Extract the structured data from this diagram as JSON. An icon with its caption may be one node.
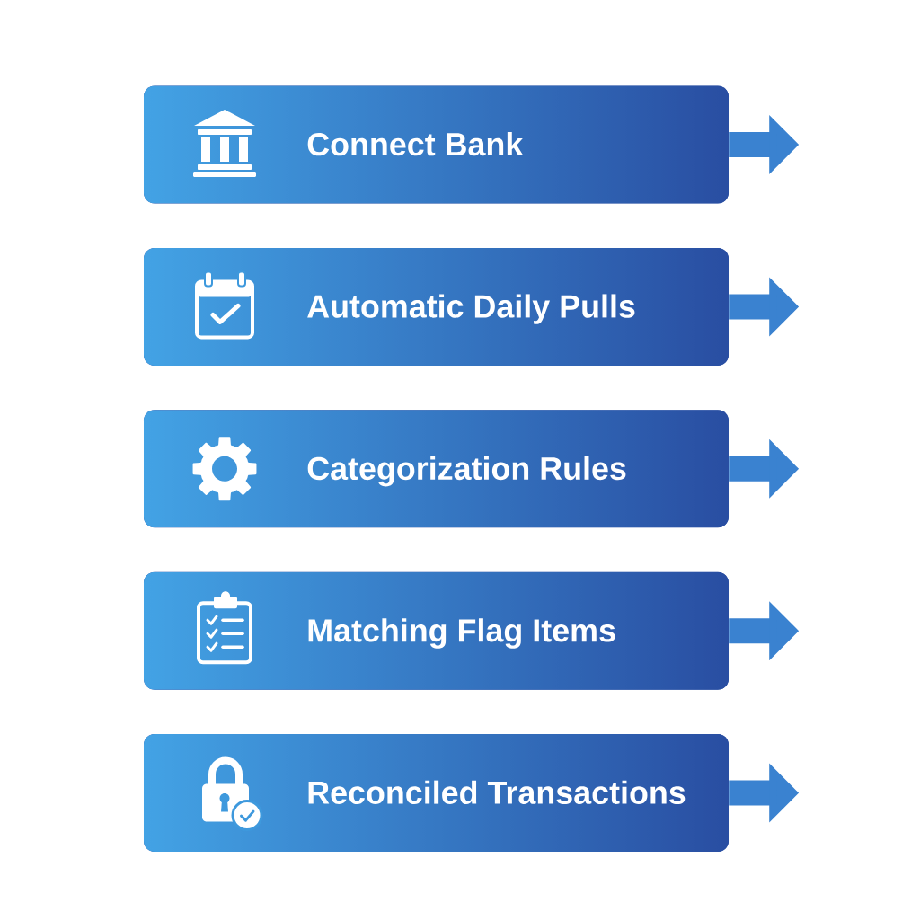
{
  "diagram": {
    "nodes": [
      {
        "text": [
          "Connect Bank"
        ]
      },
      {
        "text": [
          "Automatic Daily Pulls"
        ]
      },
      {
        "text": [
          "Categorization Rules"
        ]
      },
      {
        "text": [
          "Matching Flag Items"
        ]
      },
      {
        "text": [
          "Reconciled Transactions"
        ]
      }
    ],
    "edges": [
      {
        "from": 0,
        "to": null,
        "arrow": "to"
      },
      {
        "from": 1,
        "to": null,
        "arrow": "to"
      },
      {
        "from": 2,
        "to": null,
        "arrow": "to"
      },
      {
        "from": 3,
        "to": null,
        "arrow": "to"
      },
      {
        "from": 4,
        "to": null,
        "arrow": "to"
      }
    ]
  }
}
